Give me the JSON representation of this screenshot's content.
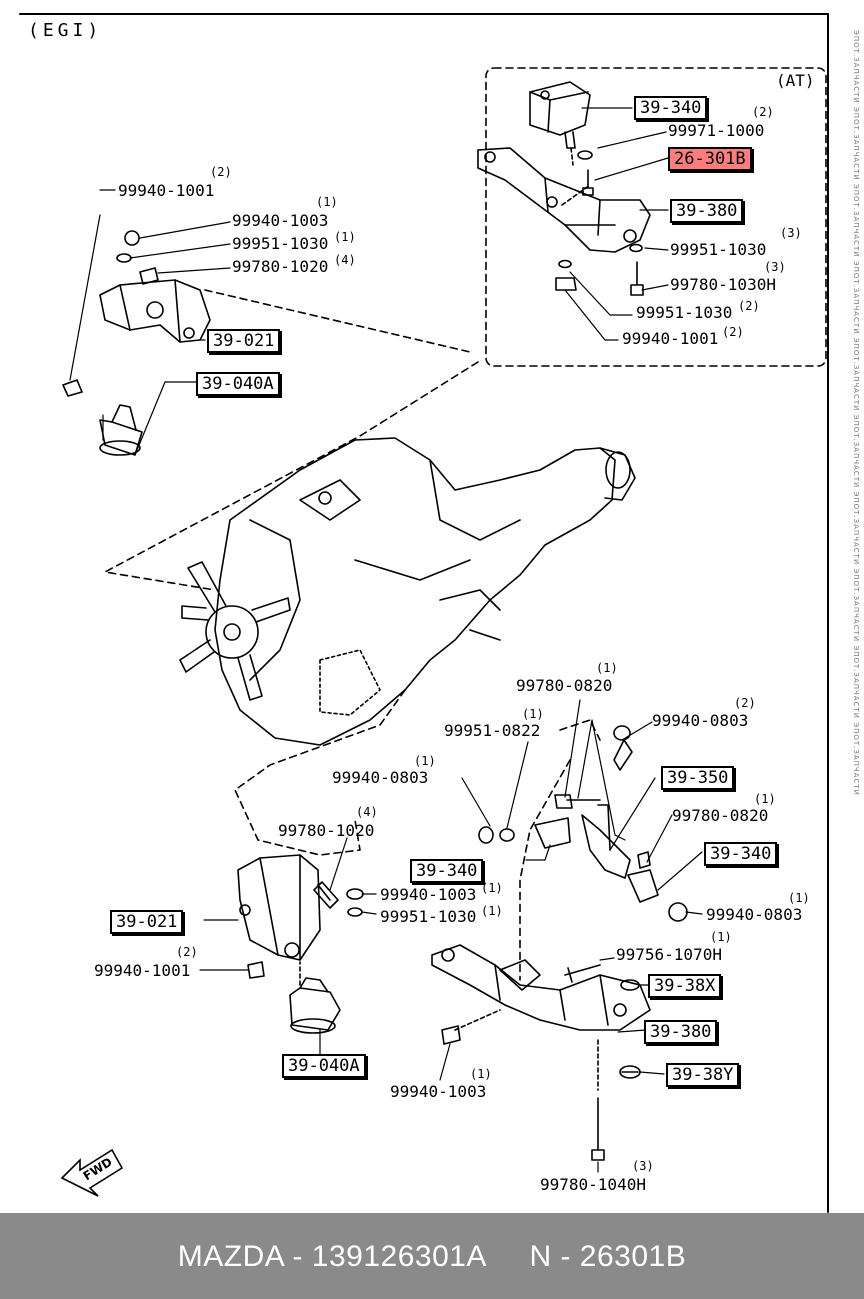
{
  "header": {
    "title": "(EGI)",
    "at_label": "(AT)"
  },
  "part_boxes": [
    {
      "id": "at-bracket",
      "label": "39-340"
    },
    {
      "id": "at-highlight",
      "label": "26-301B",
      "highlight": true
    },
    {
      "id": "at-crossmember",
      "label": "39-380"
    },
    {
      "id": "left-bracket-top",
      "label": "39-021"
    },
    {
      "id": "left-mount-top",
      "label": "39-040A"
    },
    {
      "id": "bracket-350",
      "label": "39-350"
    },
    {
      "id": "bracket-340-right",
      "label": "39-340"
    },
    {
      "id": "bracket-340-mid",
      "label": "39-340"
    },
    {
      "id": "left-bracket-bottom",
      "label": "39-021"
    },
    {
      "id": "left-mount-bottom",
      "label": "39-040A"
    },
    {
      "id": "crossmember-38x",
      "label": "39-38X"
    },
    {
      "id": "crossmember-380",
      "label": "39-380"
    },
    {
      "id": "crossmember-38y",
      "label": "39-38Y"
    }
  ],
  "part_numbers": [
    {
      "id": "at-washer",
      "number": "99971-1000",
      "qty": "(2)"
    },
    {
      "id": "at-washer-2",
      "number": "99951-1030",
      "qty": "(3)"
    },
    {
      "id": "at-bolt",
      "number": "99780-1030H",
      "qty": "(3)"
    },
    {
      "id": "at-washer-3",
      "number": "99951-1030",
      "qty": "(2)"
    },
    {
      "id": "at-nut",
      "number": "99940-1001",
      "qty": "(2)"
    },
    {
      "id": "tl-nut-1",
      "number": "99940-1001",
      "qty": "(2)"
    },
    {
      "id": "tl-nut-2",
      "number": "99940-1003",
      "qty": "(1)"
    },
    {
      "id": "tl-washer",
      "number": "99951-1030",
      "qty": "(1)"
    },
    {
      "id": "tl-bolt",
      "number": "99780-1020",
      "qty": "(4)"
    },
    {
      "id": "m-bolt-0820",
      "number": "99780-0820",
      "qty": "(1)"
    },
    {
      "id": "m-washer-0822",
      "number": "99951-0822",
      "qty": "(1)"
    },
    {
      "id": "m-nut-0803-r",
      "number": "99940-0803",
      "qty": "(2)"
    },
    {
      "id": "m-nut-0803-l",
      "number": "99940-0803",
      "qty": "(1)"
    },
    {
      "id": "m-bolt-0820-r",
      "number": "99780-0820",
      "qty": "(1)"
    },
    {
      "id": "bl-bolt-1020",
      "number": "99780-1020",
      "qty": "(4)"
    },
    {
      "id": "bl-nut-1003",
      "number": "99940-1003",
      "qty": "(1)"
    },
    {
      "id": "bl-washer-1030",
      "number": "99951-1030",
      "qty": "(1)"
    },
    {
      "id": "bl-nut-1001",
      "number": "99940-1001",
      "qty": "(2)"
    },
    {
      "id": "br-nut-0803",
      "number": "99940-0803",
      "qty": "(1)"
    },
    {
      "id": "br-bolt-1070",
      "number": "99756-1070H",
      "qty": "(1)"
    },
    {
      "id": "br-nut-1003",
      "number": "99940-1003",
      "qty": "(1)"
    },
    {
      "id": "br-bolt-1040",
      "number": "99780-1040H",
      "qty": "(3)"
    }
  ],
  "direction_label": "FWD",
  "caption": "MAZDA - 139126301A     N - 26301B",
  "side_strip_text": "ЭПОТ.ЗАПЧАСТИ ЭПОТ.ЗАПЧАСТИ ЭПОТ.ЗАПЧАСТИ ЭПОТ.ЗАПЧАСТИ ЭПОТ.ЗАПЧАСТИ ЭПОТ.ЗАПЧАСТИ ЭПОТ.ЗАПЧАСТИ ЭПОТ.ЗАПЧАСТИ ЭПОТ.ЗАПЧАСТИ ЭПОТ.ЗАПЧАСТИ"
}
